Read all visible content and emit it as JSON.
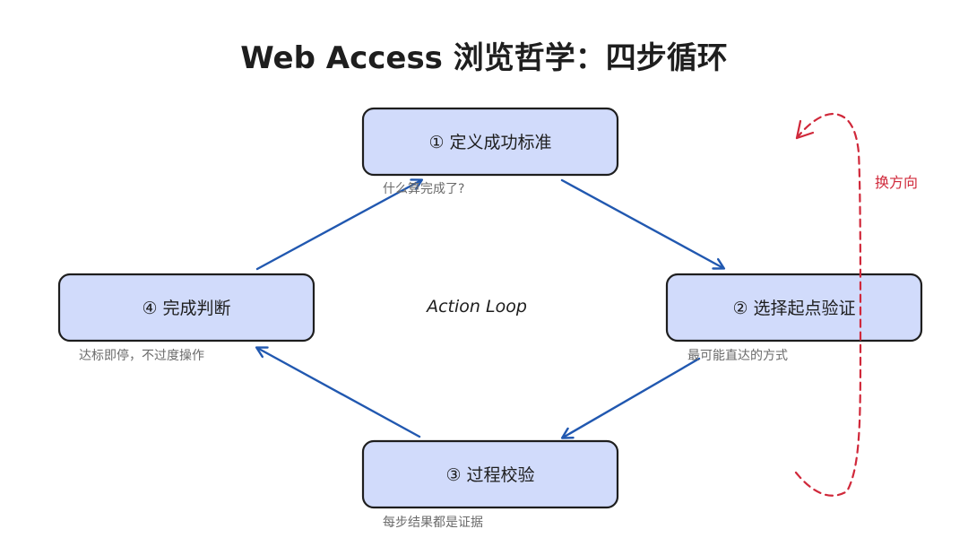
{
  "title": "Web Access 浏览哲学：四步循环",
  "center_label": "Action Loop",
  "direction_label": "换方向",
  "steps": [
    {
      "label": "① 定义成功标准",
      "caption": "什么算完成了?"
    },
    {
      "label": "② 选择起点验证",
      "caption": "最可能直达的方式"
    },
    {
      "label": "③ 过程校验",
      "caption": "每步结果都是证据"
    },
    {
      "label": "④ 完成判断",
      "caption": "达标即停，不过度操作"
    }
  ],
  "colors": {
    "box_fill": "#d1dbfb",
    "arrow": "#2158b0",
    "dashed": "#d0283a"
  }
}
